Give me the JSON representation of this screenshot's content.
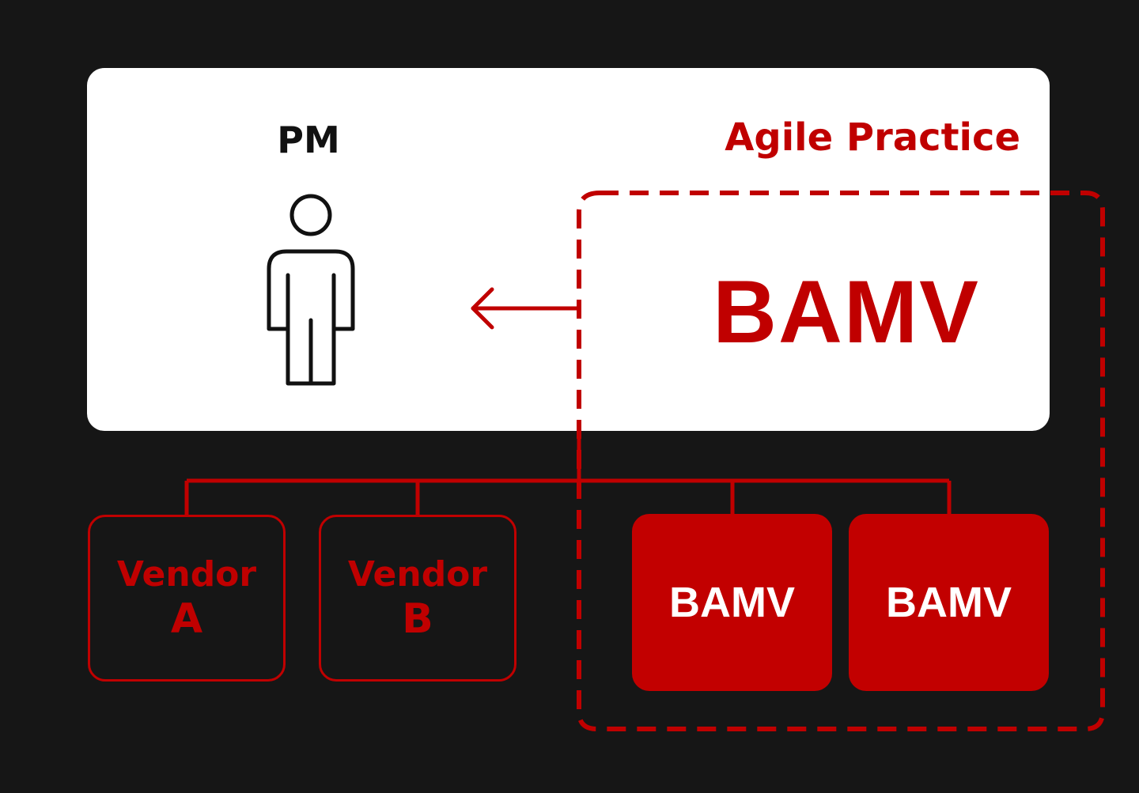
{
  "pm": {
    "label": "PM",
    "icon": "person-icon"
  },
  "agile_practice": {
    "label": "Agile Practice",
    "main_label": "BAMV"
  },
  "vendors": [
    {
      "line1": "Vendor",
      "line2": "A"
    },
    {
      "line1": "Vendor",
      "line2": "B"
    }
  ],
  "bamv_boxes": [
    {
      "label": "BAMV"
    },
    {
      "label": "BAMV"
    }
  ],
  "colors": {
    "background": "#161616",
    "panel": "#ffffff",
    "accent": "#c00000",
    "text_dark": "#111111",
    "text_light": "#ffffff"
  }
}
